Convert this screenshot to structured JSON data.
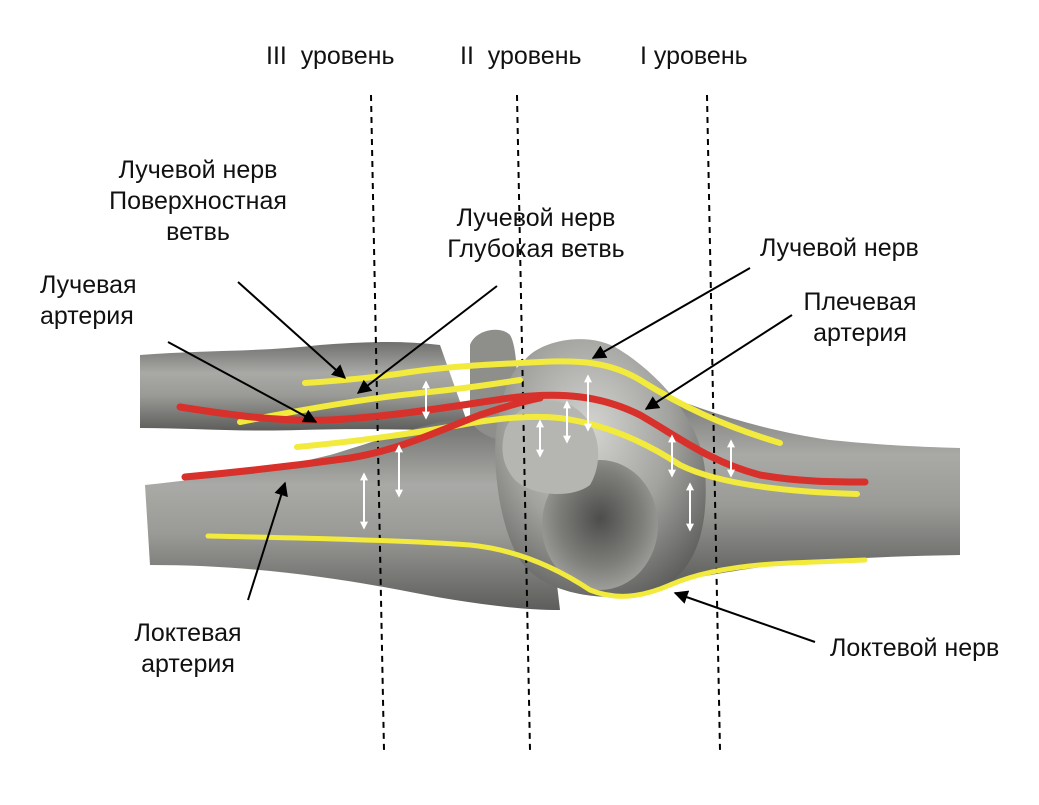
{
  "levels": {
    "level_3": "III  уровень",
    "level_2": "II  уровень",
    "level_1": "I уровень"
  },
  "labels": {
    "radial_nerve_superficial": "Лучевой нерв\nПоверхностная\nветвь",
    "radial_artery": "Лучевая\nартерия",
    "radial_nerve_deep": "Лучевой нерв\nГлубокая ветвь",
    "radial_nerve": "Лучевой нерв",
    "brachial_artery": "Плечевая\nартерия",
    "ulnar_artery": "Локтевая\nартерия",
    "ulnar_nerve": "Локтевой нерв"
  },
  "colors": {
    "bone": "#8f8f8d",
    "bone_light": "#c9c9c6",
    "bone_dark": "#5e5e5c",
    "nerve": "#f2ea3c",
    "artery": "#d8302a",
    "distance_arrow": "#ffffff",
    "leader_line": "#000000",
    "level_line": "#000000"
  }
}
